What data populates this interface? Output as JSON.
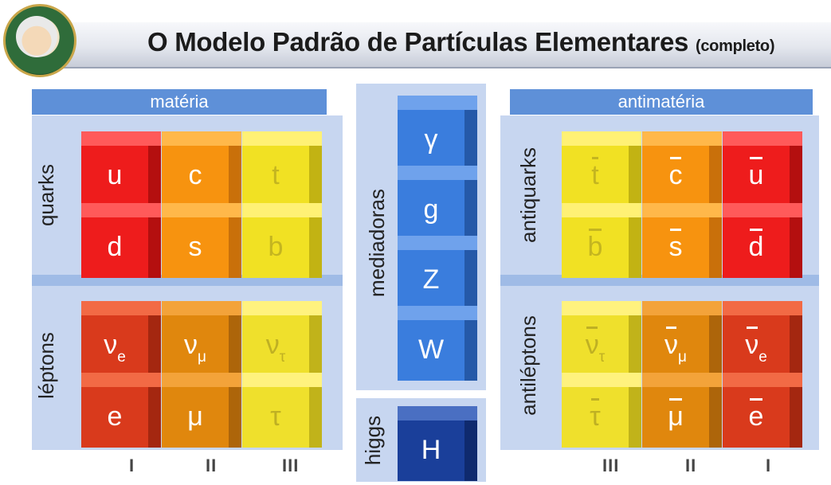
{
  "header": {
    "title": "O Modelo Padrão de Partículas Elementares",
    "subtitle": "(completo)"
  },
  "matter": {
    "label": "matéria",
    "quarks_label": "quarks",
    "leptons_label": "léptons",
    "quarks": [
      [
        "u",
        "c",
        "t"
      ],
      [
        "d",
        "s",
        "b"
      ]
    ],
    "leptons_top": [
      {
        "sym": "ν",
        "sub": "e"
      },
      {
        "sym": "ν",
        "sub": "μ"
      },
      {
        "sym": "ν",
        "sub": "τ"
      }
    ],
    "leptons_bottom": [
      "e",
      "μ",
      "τ"
    ],
    "generations": [
      "I",
      "II",
      "III"
    ]
  },
  "mediators": {
    "label": "mediadoras",
    "bosons": [
      "γ",
      "g",
      "Z",
      "W"
    ],
    "higgs_label": "higgs",
    "higgs": "H"
  },
  "antimatter": {
    "label": "antimatéria",
    "quarks_label": "antiquarks",
    "leptons_label": "antiléptons",
    "quarks": [
      [
        "t",
        "c",
        "u"
      ],
      [
        "b",
        "s",
        "d"
      ]
    ],
    "leptons_top": [
      {
        "sym": "ν",
        "sub": "τ"
      },
      {
        "sym": "ν",
        "sub": "μ"
      },
      {
        "sym": "ν",
        "sub": "e"
      }
    ],
    "leptons_bottom": [
      "τ",
      "μ",
      "e"
    ],
    "generations": [
      "III",
      "II",
      "I"
    ]
  },
  "colors": {
    "red": "#ee1c1c",
    "orange": "#f7930f",
    "yellow": "#f1e123",
    "blue": "#3a7ddd",
    "panel": "#c7d6f0"
  }
}
